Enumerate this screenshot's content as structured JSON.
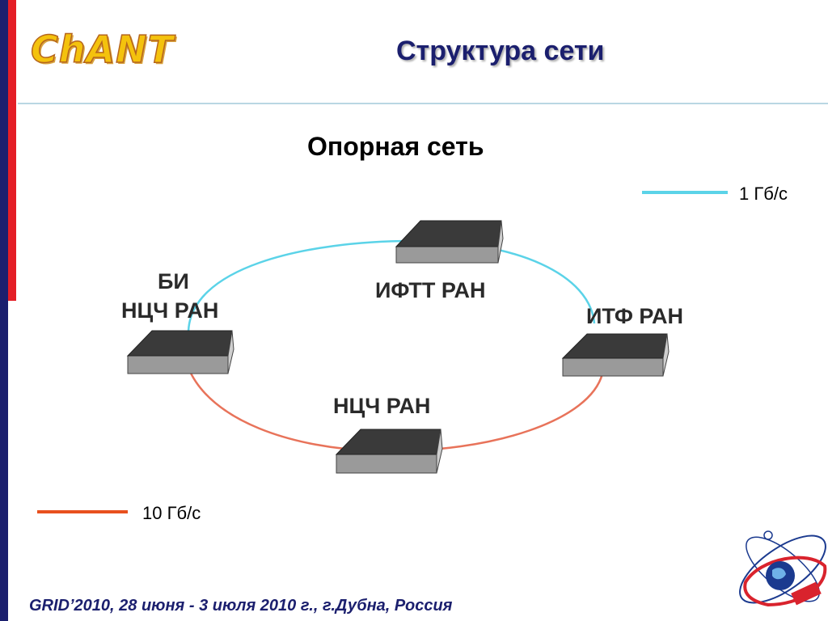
{
  "header": {
    "logo_text": "ChANT",
    "title": "Структура сети"
  },
  "diagram": {
    "subtitle": "Опорная сеть",
    "legend": {
      "fast_link": {
        "label": "1 Гб/с",
        "color": "#5bd3e8"
      },
      "backbone_link": {
        "label": "10 Гб/с",
        "color": "#e8501e"
      }
    },
    "nodes": {
      "bi": {
        "line1": "БИ",
        "line2": "НЦЧ РАН"
      },
      "iftt": {
        "label": "ИФТТ РАН"
      },
      "itf": {
        "label": "ИТФ РАН"
      },
      "nch": {
        "label": "НЦЧ РАН"
      }
    },
    "ring_colors": {
      "top": "#5bd3e8",
      "bottom": "#e8735a"
    }
  },
  "footer": {
    "text": "GRID’2010, 28 июня - 3 июля 2010 г., г.Дубна, Россия"
  }
}
